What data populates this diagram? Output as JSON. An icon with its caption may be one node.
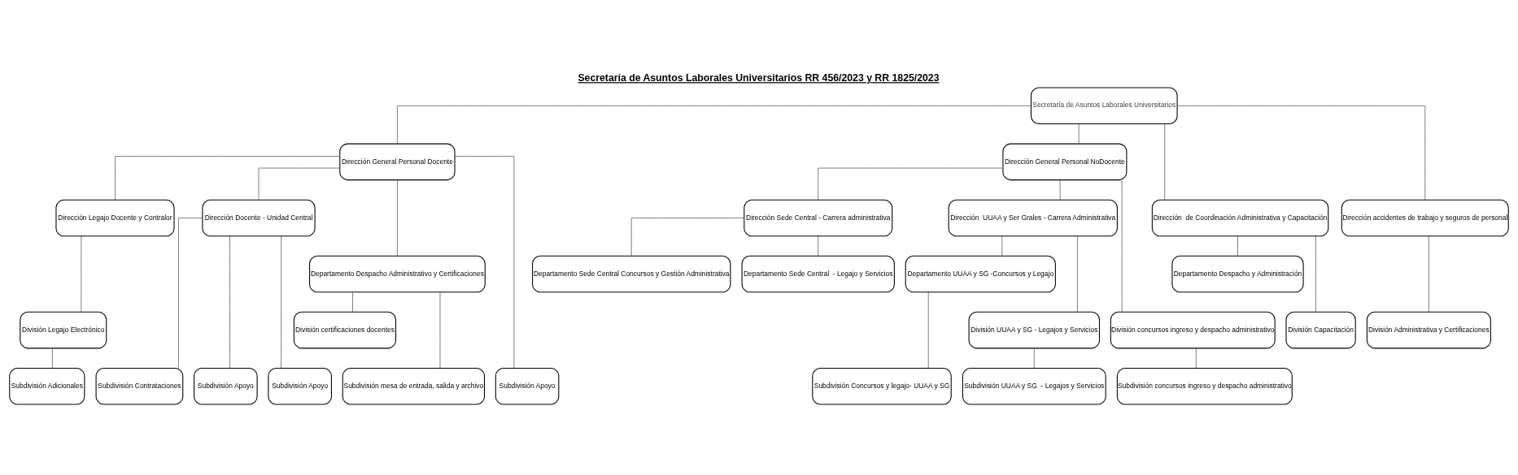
{
  "diagram": {
    "title": "Secretaría de Asuntos Laborales Universitarios RR 456/2023 y RR 1825/2023",
    "nodes": [
      {
        "text": [
          "Secretaría de Asuntos Laborales Universitarios"
        ]
      },
      {
        "text": [
          "Dirección General Personal Docente"
        ]
      },
      {
        "text": [
          "Dirección General Personal NoDocente"
        ]
      },
      {
        "text": [
          "Dirección  de Coordinación Administrativa y Capacitación"
        ]
      },
      {
        "text": [
          "Dirección Legajo Docente y Contralor"
        ]
      },
      {
        "text": [
          "Dirección Docente - Unidad Central"
        ]
      },
      {
        "text": [
          "Dirección Sede Central - Carrera administrativa"
        ]
      },
      {
        "text": [
          "Dirección  UUAA y Ser Grales - Carrera Administrativa"
        ]
      },
      {
        "text": [
          "Dirección accidentes de trabajo y seguros de personal"
        ]
      },
      {
        "text": [
          "Departamento Despacho y Administración"
        ]
      },
      {
        "text": [
          "Departamento Despacho Administrativo y Certificaciones"
        ]
      },
      {
        "text": [
          "Departamento Sede Central Concursos y Gestión Administrativa"
        ]
      },
      {
        "text": [
          "Departamento Sede Central  - Legajo y Servicios"
        ]
      },
      {
        "text": [
          "Departamento UUAA y SG -Concursos y Legajo"
        ]
      },
      {
        "text": [
          "División Capacitación"
        ]
      },
      {
        "text": [
          "División certificaciones docentes"
        ]
      },
      {
        "text": [
          "División Legajo Electrónico"
        ]
      },
      {
        "text": [
          "División UUAA y SG - Legajos y Servicios"
        ]
      },
      {
        "text": [
          "División concursos ingreso y despacho administrativo"
        ]
      },
      {
        "text": [
          "División Administrativa y Certificaciones"
        ]
      },
      {
        "text": [
          "Subdivisión mesa de entrada, salida y archivo"
        ]
      },
      {
        "text": [
          "Subdivisión Adicionales"
        ]
      },
      {
        "text": [
          "Subdivisión Contrataciones"
        ]
      },
      {
        "text": [
          "Subdivisión Apoyo"
        ]
      },
      {
        "text": [
          "Subdivisión Apoyo"
        ]
      },
      {
        "text": [
          "Subdivisión Apoyo"
        ]
      },
      {
        "text": [
          "Subdivisión Concursos y legajo- UUAA y SG"
        ]
      },
      {
        "text": [
          "Subdivisión UUAA y SG  - Legajos y Servicios"
        ]
      },
      {
        "text": [
          "Subdivisión concursos ingreso y despacho administrativo"
        ]
      }
    ],
    "edges": [
      {
        "from": 0,
        "to": 3,
        "arrow": "none"
      },
      {
        "from": 0,
        "to": 1,
        "arrow": "none"
      },
      {
        "from": 0,
        "to": 2,
        "arrow": "none"
      },
      {
        "from": 0,
        "to": 8,
        "arrow": "none"
      },
      {
        "from": 3,
        "to": 9,
        "arrow": "none"
      },
      {
        "from": 3,
        "to": 14,
        "arrow": "none"
      },
      {
        "from": 1,
        "to": 10,
        "arrow": "none"
      },
      {
        "from": 1,
        "to": 4,
        "arrow": "none"
      },
      {
        "from": 1,
        "to": 5,
        "arrow": "none"
      },
      {
        "from": 1,
        "to": 25,
        "arrow": "none"
      },
      {
        "from": 10,
        "to": 15,
        "arrow": "none"
      },
      {
        "from": 10,
        "to": 20,
        "arrow": "none"
      },
      {
        "from": 4,
        "to": 16,
        "arrow": "none"
      },
      {
        "from": 16,
        "to": 21,
        "arrow": "none"
      },
      {
        "from": 5,
        "to": 22,
        "arrow": "none"
      },
      {
        "from": 5,
        "to": 23,
        "arrow": "none"
      },
      {
        "from": 5,
        "to": 24,
        "arrow": "none"
      },
      {
        "from": 2,
        "to": 6,
        "arrow": "none"
      },
      {
        "from": 2,
        "to": 7,
        "arrow": "none"
      },
      {
        "from": 2,
        "to": 18,
        "arrow": "none"
      },
      {
        "from": 6,
        "to": 11,
        "arrow": "none"
      },
      {
        "from": 6,
        "to": 12,
        "arrow": "none"
      },
      {
        "from": 7,
        "to": 13,
        "arrow": "none"
      },
      {
        "from": 7,
        "to": 17,
        "arrow": "none"
      },
      {
        "from": 13,
        "to": 26,
        "arrow": "none"
      },
      {
        "from": 17,
        "to": 27,
        "arrow": "none"
      },
      {
        "from": 18,
        "to": 28,
        "arrow": "none"
      },
      {
        "from": 8,
        "to": 19,
        "arrow": "none"
      }
    ]
  }
}
